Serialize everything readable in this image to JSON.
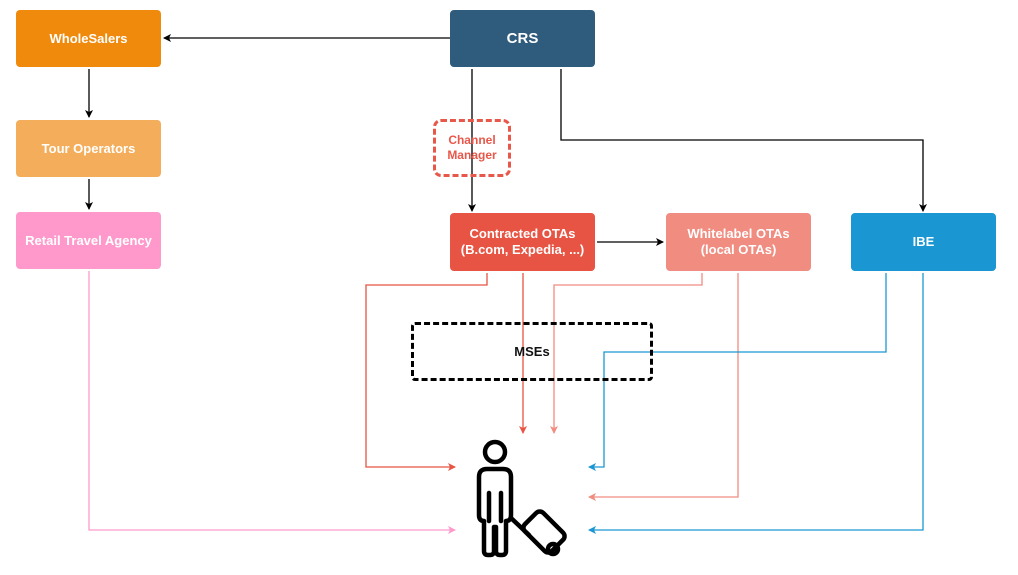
{
  "diagram": {
    "nodes": {
      "wholesalers": {
        "label": "WholeSalers",
        "color": "#ef8a0d"
      },
      "tour_operators": {
        "label": "Tour Operators",
        "color": "#f4ae5b"
      },
      "retail_travel_agency": {
        "label": "Retail Travel Agency",
        "color": "#ff99cc"
      },
      "crs": {
        "label": "CRS",
        "color": "#2f5b7c"
      },
      "channel_manager": {
        "label": "Channel\nManager",
        "color": "#e8584a",
        "style": "dashed"
      },
      "contracted_otas": {
        "label": "Contracted OTAs\n(B.com, Expedia, ...)",
        "color": "#e85443"
      },
      "whitelabel_otas": {
        "label": "Whitelabel OTAs\n(local OTAs)",
        "color": "#f08c80"
      },
      "ibe": {
        "label": "IBE",
        "color": "#1a97d2"
      },
      "mses": {
        "label": "MSEs",
        "color": "#000000",
        "style": "dashed"
      },
      "traveler": {
        "icon": "traveler-with-luggage-icon"
      }
    },
    "edges": [
      {
        "from": "crs",
        "to": "wholesalers",
        "color": "#000000"
      },
      {
        "from": "wholesalers",
        "to": "tour_operators",
        "color": "#000000"
      },
      {
        "from": "tour_operators",
        "to": "retail_travel_agency",
        "color": "#000000"
      },
      {
        "from": "crs",
        "to": "contracted_otas",
        "via": "channel_manager",
        "color": "#000000"
      },
      {
        "from": "crs",
        "to": "ibe",
        "color": "#000000"
      },
      {
        "from": "contracted_otas",
        "to": "whitelabel_otas",
        "color": "#000000"
      },
      {
        "from": "contracted_otas",
        "to": "traveler",
        "color": "#e85443"
      },
      {
        "from": "contracted_otas",
        "to": "traveler",
        "via": "mses",
        "color": "#e85443"
      },
      {
        "from": "whitelabel_otas",
        "to": "traveler",
        "via": "mses",
        "color": "#f08c80"
      },
      {
        "from": "whitelabel_otas",
        "to": "traveler",
        "color": "#f08c80"
      },
      {
        "from": "ibe",
        "to": "traveler",
        "via": "mses",
        "color": "#1a97d2"
      },
      {
        "from": "ibe",
        "to": "traveler",
        "color": "#1a97d2"
      },
      {
        "from": "retail_travel_agency",
        "to": "traveler",
        "color": "#ff99cc"
      }
    ]
  }
}
